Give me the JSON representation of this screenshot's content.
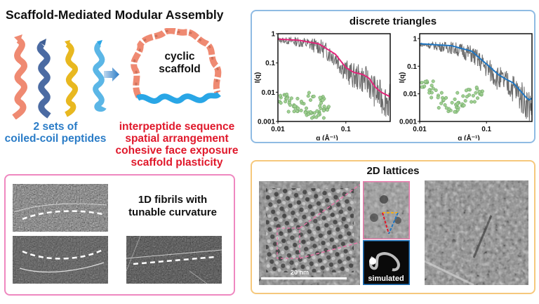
{
  "title": "Scaffold-Mediated Modular Assembly",
  "peptides_label": [
    "2 sets of",
    "coiled-coil peptides"
  ],
  "scaffold_label": [
    "cyclic",
    "scaffold"
  ],
  "features": [
    "interpeptide sequence",
    "spatial arrangement",
    "cohesive face exposure",
    "scaffold plasticity"
  ],
  "triangles_panel": {
    "title": "discrete triangles"
  },
  "fibrils_panel": {
    "title": [
      "1D fibrils with",
      "tunable curvature"
    ]
  },
  "lattices_panel": {
    "title": "2D lattices",
    "scale_bar": "20 nm",
    "inset_label": "simulated"
  },
  "colors": {
    "salmon": "#ef8a72",
    "navy": "#3f5f95",
    "gold": "#e8b820",
    "sky": "#29a6e6",
    "pink_fit": "#e2267a",
    "blue_fit": "#1f76c2",
    "blue_border": "#8fbbe3",
    "pink_border": "#ef88c0",
    "orange_border": "#f6c87c"
  },
  "chart_data": [
    {
      "type": "line",
      "xlabel": "q (Å⁻¹)",
      "ylabel": "I(q)",
      "xscale": "log",
      "yscale": "log",
      "xlim": [
        0.01,
        0.45
      ],
      "ylim": [
        0.001,
        1
      ],
      "xticks": [
        "0.01",
        "0.1"
      ],
      "yticks": [
        "1",
        "0.1",
        "0.01",
        "0.001"
      ],
      "fit": {
        "x": [
          0.01,
          0.02,
          0.04,
          0.07,
          0.1,
          0.13,
          0.18,
          0.22,
          0.27,
          0.33,
          0.45
        ],
        "y": [
          0.65,
          0.6,
          0.45,
          0.2,
          0.07,
          0.048,
          0.04,
          0.03,
          0.015,
          0.01,
          0.007
        ]
      }
    },
    {
      "type": "line",
      "xlabel": "q (Å⁻¹)",
      "ylabel": "I(q)",
      "xscale": "log",
      "yscale": "log",
      "xlim": [
        0.01,
        0.48
      ],
      "ylim": [
        0.001,
        1.5
      ],
      "xticks": [
        "0.01",
        "0.1"
      ],
      "yticks": [
        "1",
        "0.1",
        "0.01",
        "0.001"
      ],
      "fit": {
        "x": [
          0.01,
          0.03,
          0.06,
          0.1,
          0.15,
          0.2,
          0.25,
          0.32,
          0.4,
          0.44,
          0.48
        ],
        "y": [
          0.65,
          0.55,
          0.35,
          0.12,
          0.05,
          0.033,
          0.025,
          0.013,
          0.007,
          0.006,
          0.007
        ]
      }
    }
  ]
}
